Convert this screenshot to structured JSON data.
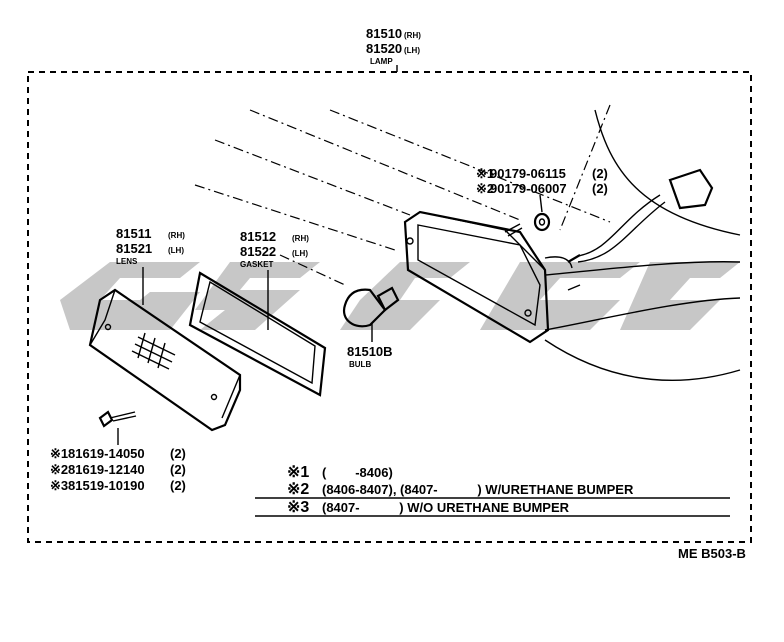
{
  "diagram": {
    "assembly": {
      "rh": "81510",
      "rh_suffix": "(RH)",
      "lh": "81520",
      "lh_suffix": "(LH)",
      "name": "LAMP"
    },
    "lens": {
      "rh": "81511",
      "rh_suffix": "(RH)",
      "lh": "81521",
      "lh_suffix": "(LH)",
      "name": "LENS"
    },
    "gasket": {
      "rh": "81512",
      "rh_suffix": "(RH)",
      "lh": "81522",
      "lh_suffix": "(LH)",
      "name": "GASKET"
    },
    "bulb": {
      "pn": "81510B",
      "name": "BULB"
    },
    "screws": [
      {
        "mark": "※1",
        "pn": "81619-14050",
        "qty": "(2)"
      },
      {
        "mark": "※2",
        "pn": "81619-12140",
        "qty": "(2)"
      },
      {
        "mark": "※3",
        "pn": "81519-10190",
        "qty": "(2)"
      }
    ],
    "fasteners": [
      {
        "mark": "※1",
        "pn": "90179-06115",
        "qty": "(2)"
      },
      {
        "mark": "※2",
        "pn": "90179-06007",
        "qty": "(2)"
      }
    ],
    "footnotes": [
      {
        "mark": "※1",
        "text": "(        -8406)"
      },
      {
        "mark": "※2",
        "text": "(8406-8407), (8407-           ) W/URETHANE BUMPER"
      },
      {
        "mark": "※3",
        "text": "(8407-           ) W/O URETHANE BUMPER"
      }
    ],
    "code": "ME B503-B"
  }
}
